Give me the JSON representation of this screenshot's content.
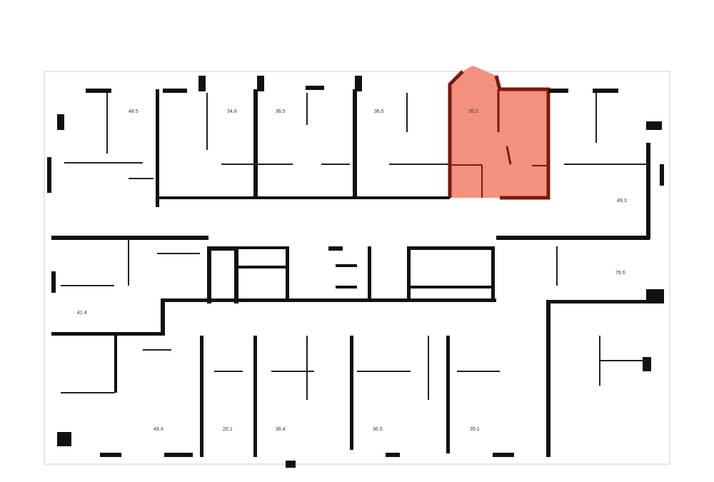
{
  "plan": {
    "highlight_color": "#f4907e",
    "highlight_wall_color": "#7a1a0c",
    "highlighted_unit": "35.2",
    "units": [
      {
        "id": "u1",
        "area": "48.5"
      },
      {
        "id": "u2",
        "area": "34.8"
      },
      {
        "id": "u3",
        "area": "36.5"
      },
      {
        "id": "u4",
        "area": "36.5"
      },
      {
        "id": "u5",
        "area": "35.2"
      },
      {
        "id": "u6",
        "area": "49.3"
      },
      {
        "id": "u7",
        "area": "76.6"
      },
      {
        "id": "u8",
        "area": "41.4"
      },
      {
        "id": "u9",
        "area": "49.4"
      },
      {
        "id": "u10",
        "area": "20.1"
      },
      {
        "id": "u11",
        "area": "36.4"
      },
      {
        "id": "u12",
        "area": "36.5"
      },
      {
        "id": "u13",
        "area": "35.1"
      }
    ]
  }
}
